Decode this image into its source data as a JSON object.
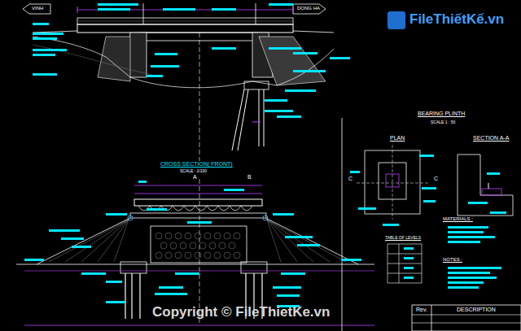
{
  "diagram": {
    "labels": [
      "VINH",
      "DONG HA",
      "BEARING PLINTH",
      "SCALE 1 : 50",
      "PLAN",
      "SECTION A-A",
      "CROSS SECTION( FRONT)",
      "SCALE : 1/100",
      "A",
      "B",
      "C",
      "C",
      "MATERIALS :",
      "TABLE OF LEVELS",
      "NOTES :",
      "Rev.",
      "DESCRIPTION",
      "Copyright © FileThietKe.vn",
      "FileThiếtKế.vn"
    ]
  }
}
